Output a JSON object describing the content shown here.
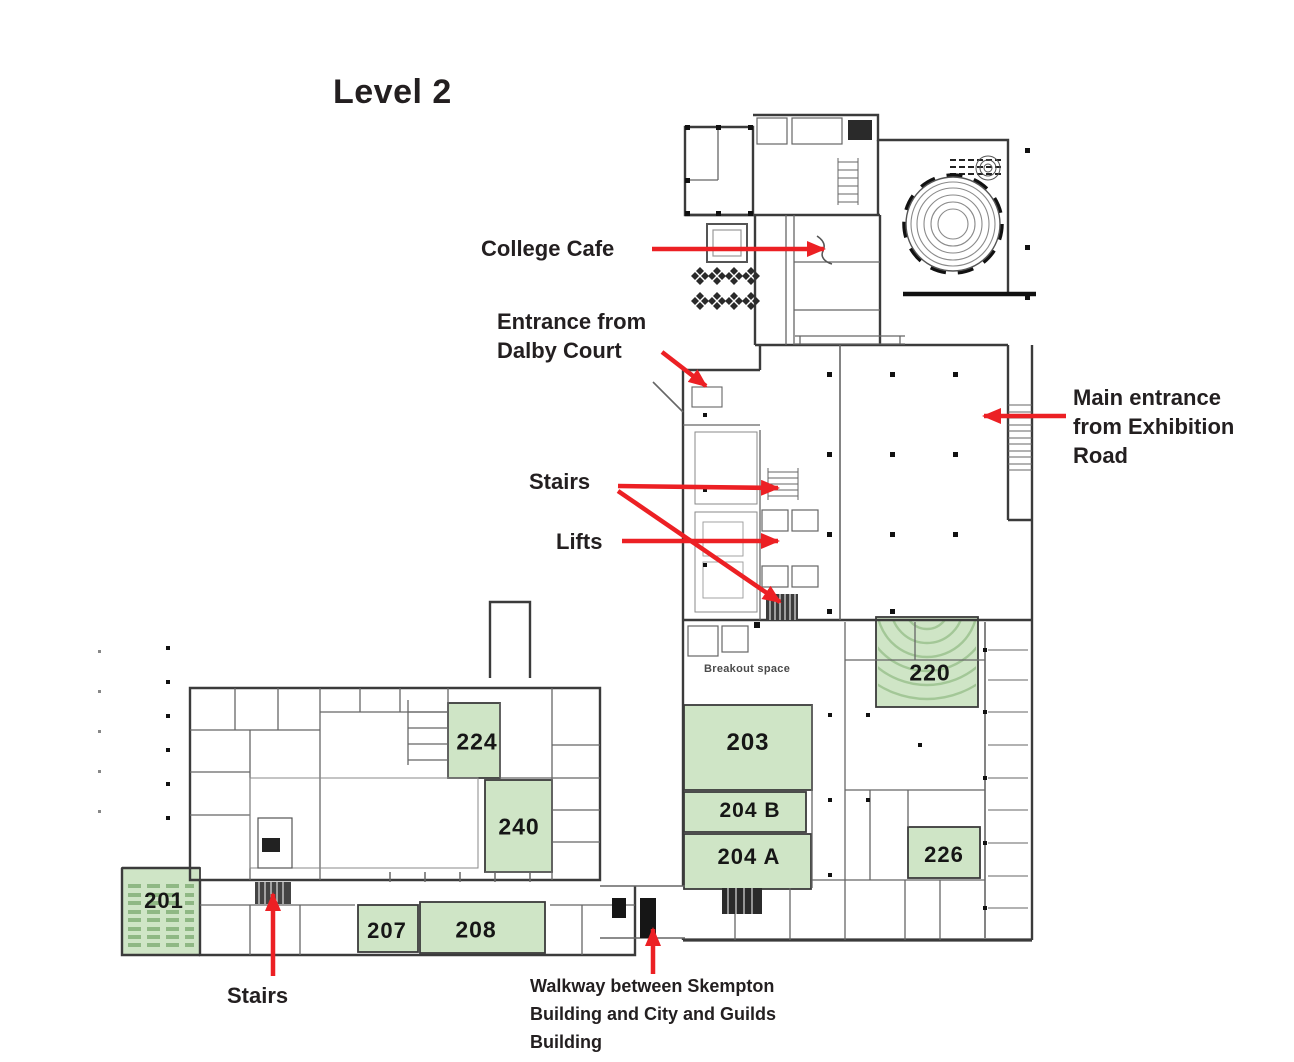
{
  "title": "Level 2",
  "rooms": {
    "r201": "201",
    "r203": "203",
    "r204a": "204 A",
    "r204b": "204 B",
    "r207": "207",
    "r208": "208",
    "r220": "220",
    "r224": "224",
    "r226": "226",
    "r240": "240"
  },
  "labels": {
    "breakout_space": "Breakout space",
    "college_cafe": "College Cafe",
    "dalby_line1": "Entrance from",
    "dalby_line2": "Dalby Court",
    "main_line1": "Main entrance",
    "main_line2": "from Exhibition",
    "main_line3": "Road",
    "stairs_upper": "Stairs",
    "lifts": "Lifts",
    "stairs_lower": "Stairs",
    "walkway_line1": "Walkway between Skempton",
    "walkway_line2": "Building and City and Guilds",
    "walkway_line3": "Building"
  },
  "colors": {
    "room_highlight_green": "#cfe5c6",
    "seat_row_green": "#9cc08f",
    "arrow_red": "#ec2024",
    "wall_dark": "#3b3b3b",
    "text": "#231f20"
  }
}
